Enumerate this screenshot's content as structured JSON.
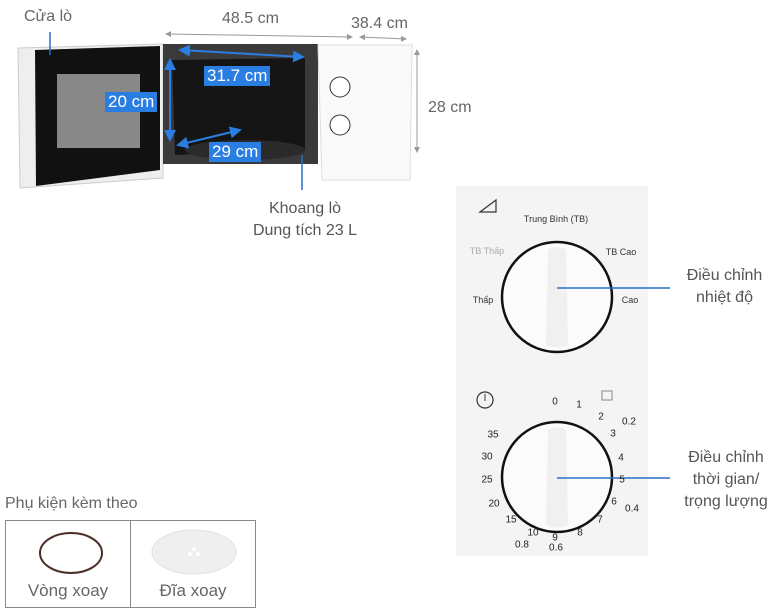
{
  "microwave": {
    "door_label": "Cửa lò",
    "width": "48.5 cm",
    "depth": "38.4 cm",
    "height": "28 cm",
    "cavity_width": "31.7 cm",
    "cavity_height": "20 cm",
    "cavity_depth": "29 cm",
    "cavity_label_line1": "Khoang lò",
    "cavity_label_line2": "Dung tích 23 L"
  },
  "power_dial": {
    "labels": [
      "Trung Bình (TB)",
      "TB Thấp",
      "TB Cao",
      "Thấp",
      "Cao"
    ],
    "callout_line1": "Điều chỉnh",
    "callout_line2": "nhiệt độ"
  },
  "timer_dial": {
    "minutes": [
      "0",
      "1",
      "2",
      "3",
      "4",
      "5",
      "6",
      "7",
      "8",
      "9",
      "10",
      "15",
      "20",
      "25",
      "30",
      "35"
    ],
    "weights": [
      "0.2",
      "0.4",
      "0.6",
      "0.8"
    ],
    "callout_line1": "Điều chỉnh",
    "callout_line2": "thời gian/",
    "callout_line3": "trọng lượng"
  },
  "accessories": {
    "title": "Phụ kiện kèm theo",
    "items": [
      {
        "label": "Vòng xoay"
      },
      {
        "label": "Đĩa xoay"
      }
    ]
  },
  "colors": {
    "accent": "#2a7de1",
    "callout_line": "#2a6fc9"
  }
}
